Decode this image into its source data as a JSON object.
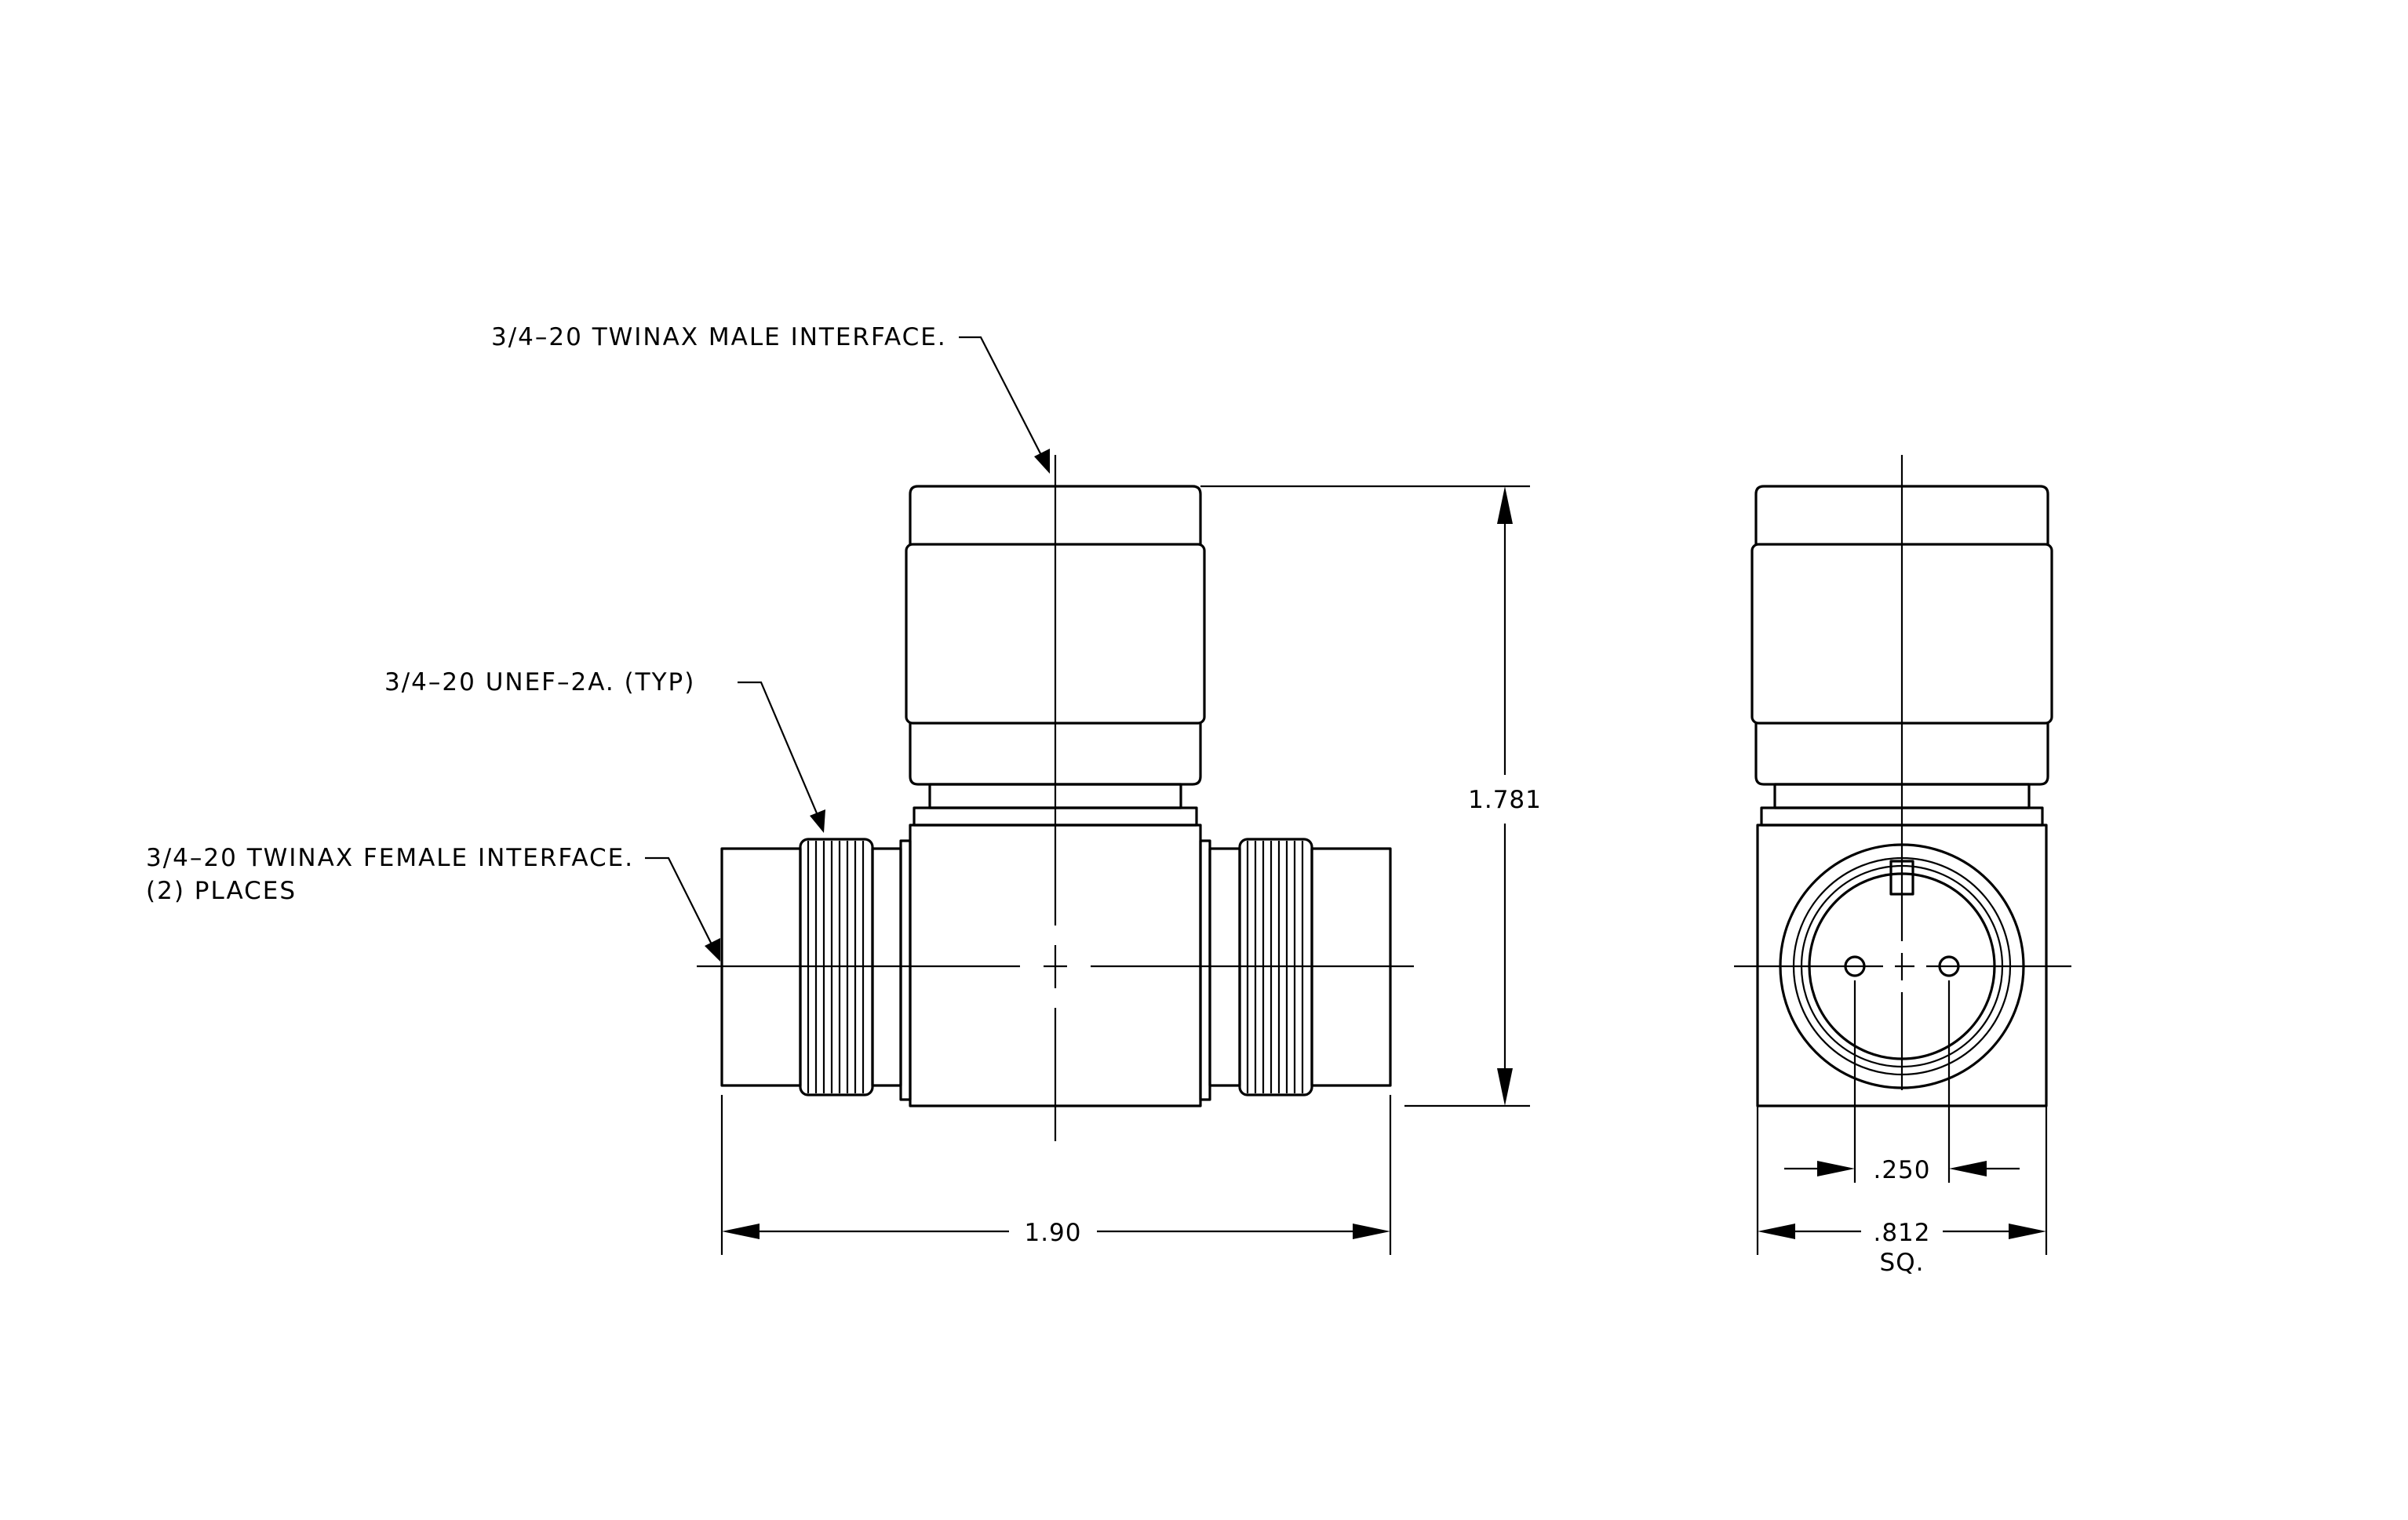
{
  "notes": {
    "male_interface": "3/4–20 TWINAX MALE INTERFACE.",
    "thread": "3/4–20 UNEF–2A. (TYP)",
    "female_interface_line1": "3/4–20 TWINAX FEMALE INTERFACE.",
    "female_interface_line2": "(2)  PLACES"
  },
  "dimensions": {
    "height": "1.781",
    "length": "1.90",
    "pin_spacing": ".250",
    "body_square": ".812",
    "body_square_suffix": "SQ."
  }
}
